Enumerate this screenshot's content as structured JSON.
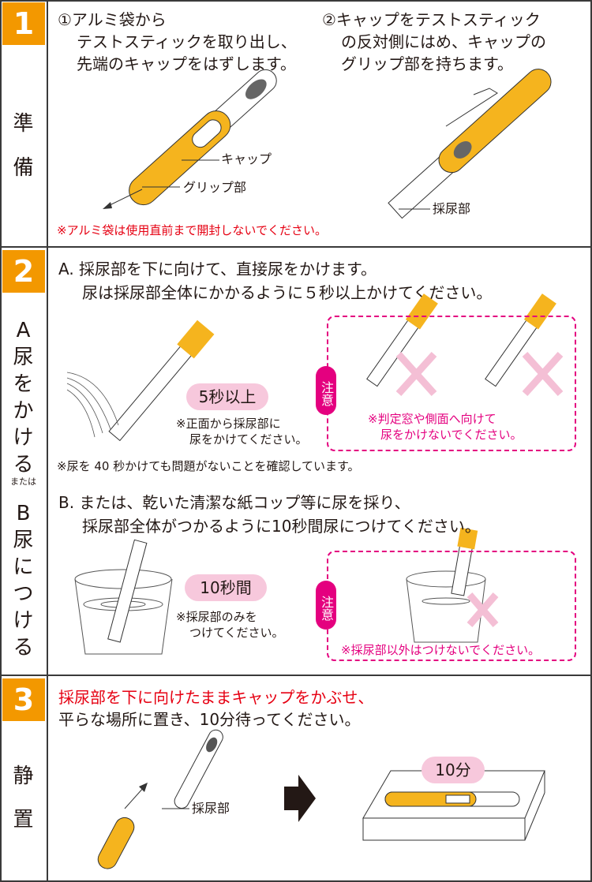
{
  "steps": [
    {
      "number": "1",
      "label": [
        "準",
        "備"
      ],
      "left_text": [
        "①アルミ袋から",
        "テストスティックを取り出し、",
        "先端のキャップをはずします。"
      ],
      "right_text": [
        "②キャップをテストスティック",
        "の反対側にはめ、キャップの",
        "グリップ部を持ちます。"
      ],
      "callouts": {
        "cap": "キャップ",
        "grip": "グリップ部",
        "sample": "採尿部"
      },
      "note": "※アルミ袋は使用直前まで開封しないでください。"
    },
    {
      "number": "2",
      "label_a": [
        "A",
        "尿",
        "を",
        "か",
        "け",
        "る"
      ],
      "or": "または",
      "label_b": [
        "B",
        "尿",
        "に",
        "つ",
        "け",
        "る"
      ],
      "a_text": [
        "A. 採尿部を下に向けて、直接尿をかけます。",
        "尿は採尿部全体にかかるように５秒以上かけてください。"
      ],
      "a_pill": "5秒以上",
      "a_note": [
        "※正面から採尿部に",
        "尿をかけてください。"
      ],
      "caution": "注意",
      "a_warn": [
        "※判定窓や側面へ向けて",
        "尿をかけないでください。"
      ],
      "a_footnote": "※尿を 40 秒かけても問題がないことを確認しています。",
      "b_text": [
        "B. または、乾いた清潔な紙コップ等に尿を採り、",
        "採尿部全体がつかるように10秒間尿につけてください。"
      ],
      "b_pill": "10秒間",
      "b_note": [
        "※採尿部のみを",
        "つけてください。"
      ],
      "b_warn": "※採尿部以外はつけないでください。"
    },
    {
      "number": "3",
      "label": [
        "静",
        "置"
      ],
      "text_red": "採尿部を下に向けたままキャップをかぶせ、",
      "text": "平らな場所に置き、10分待ってください。",
      "callout": "採尿部",
      "pill": "10分"
    }
  ],
  "colors": {
    "orange": "#f39800",
    "red": "#e60012",
    "pink": "#e4007f",
    "pill": "#f7c8dc"
  }
}
